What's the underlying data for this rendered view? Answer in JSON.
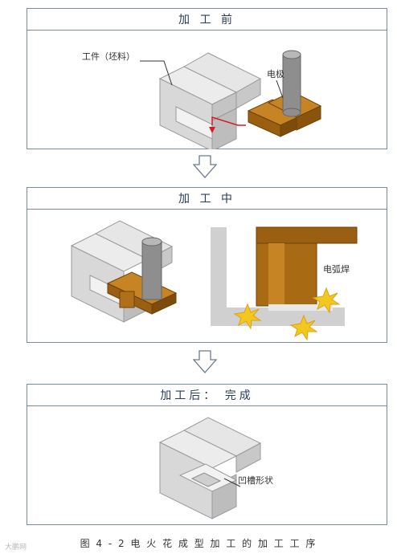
{
  "panels": {
    "before": {
      "title": "加 工 前",
      "label_workpiece": "工件（坯料）",
      "label_electrode": "电极"
    },
    "during": {
      "title": "加 工 中",
      "label_arc": "电弧焊"
    },
    "after": {
      "title": "加工后： 完成",
      "label_groove": "凹槽形状"
    }
  },
  "caption": "图 4 - 2 电 火 花 成 型 加 工 的 加 工 工 序",
  "watermark": "大鹏网",
  "colors": {
    "frame": "#7a8aa0",
    "block": "#d6d6d6",
    "electrode": "#a86a12",
    "spark": "#f2c81e",
    "arrow_red": "#d7192b"
  }
}
